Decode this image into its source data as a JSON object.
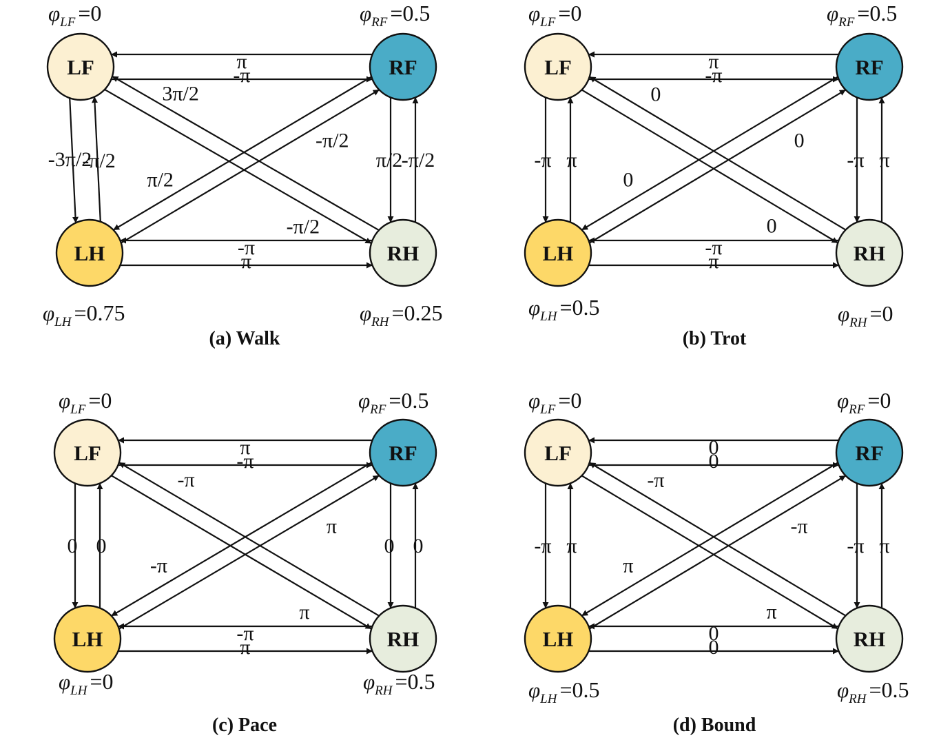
{
  "figure": {
    "node_colors": {
      "LF": "#FCF0D2",
      "RF": "#4AACC7",
      "LH": "#FDD868",
      "RH": "#E7EDDD"
    },
    "edge_color": "#111111",
    "panels": [
      {
        "id": "a",
        "caption": "(a) Walk",
        "phases": {
          "LF": "0",
          "RF": "0.5",
          "LH": "0.75",
          "RH": "0.25"
        },
        "edges": [
          {
            "from": "LF",
            "to": "RF",
            "label": "π"
          },
          {
            "from": "RF",
            "to": "LF",
            "label": "-π"
          },
          {
            "from": "LH",
            "to": "RH",
            "label": "-π"
          },
          {
            "from": "RH",
            "to": "LH",
            "label": "π"
          },
          {
            "from": "LF",
            "to": "LH",
            "label": "-π/2"
          },
          {
            "from": "LH",
            "to": "LF",
            "label": "-3π/2"
          },
          {
            "from": "RF",
            "to": "RH",
            "label": "-π/2"
          },
          {
            "from": "RH",
            "to": "RF",
            "label": "π/2"
          },
          {
            "from": "LF",
            "to": "RH",
            "label": "-π/2"
          },
          {
            "from": "RH",
            "to": "LF",
            "label": "3π/2"
          },
          {
            "from": "LH",
            "to": "RF",
            "label": "-π/2"
          },
          {
            "from": "RF",
            "to": "LH",
            "label": "π/2"
          }
        ]
      },
      {
        "id": "b",
        "caption": "(b) Trot",
        "phases": {
          "LF": "0",
          "RF": "0.5",
          "LH": "0.5",
          "RH": "0"
        },
        "edges": [
          {
            "from": "LF",
            "to": "RF",
            "label": "π"
          },
          {
            "from": "RF",
            "to": "LF",
            "label": "-π"
          },
          {
            "from": "LH",
            "to": "RH",
            "label": "-π"
          },
          {
            "from": "RH",
            "to": "LH",
            "label": "π"
          },
          {
            "from": "LF",
            "to": "LH",
            "label": "π"
          },
          {
            "from": "LH",
            "to": "LF",
            "label": "-π"
          },
          {
            "from": "RF",
            "to": "RH",
            "label": "π"
          },
          {
            "from": "RH",
            "to": "RF",
            "label": "-π"
          },
          {
            "from": "LF",
            "to": "RH",
            "label": "0"
          },
          {
            "from": "RH",
            "to": "LF",
            "label": "0"
          },
          {
            "from": "LH",
            "to": "RF",
            "label": "0"
          },
          {
            "from": "RF",
            "to": "LH",
            "label": "0"
          }
        ]
      },
      {
        "id": "c",
        "caption": "(c) Pace",
        "phases": {
          "LF": "0",
          "RF": "0.5",
          "LH": "0",
          "RH": "0.5"
        },
        "edges": [
          {
            "from": "LF",
            "to": "RF",
            "label": "π"
          },
          {
            "from": "RF",
            "to": "LF",
            "label": "-π"
          },
          {
            "from": "LH",
            "to": "RH",
            "label": "-π"
          },
          {
            "from": "RH",
            "to": "LH",
            "label": "π"
          },
          {
            "from": "LF",
            "to": "LH",
            "label": "0"
          },
          {
            "from": "LH",
            "to": "LF",
            "label": "0"
          },
          {
            "from": "RF",
            "to": "RH",
            "label": "0"
          },
          {
            "from": "RH",
            "to": "RF",
            "label": "0"
          },
          {
            "from": "LF",
            "to": "RH",
            "label": "π"
          },
          {
            "from": "RH",
            "to": "LF",
            "label": "-π"
          },
          {
            "from": "LH",
            "to": "RF",
            "label": "π"
          },
          {
            "from": "RF",
            "to": "LH",
            "label": "-π"
          }
        ]
      },
      {
        "id": "d",
        "caption": "(d) Bound",
        "phases": {
          "LF": "0",
          "RF": "0",
          "LH": "0.5",
          "RH": "0.5"
        },
        "edges": [
          {
            "from": "LF",
            "to": "RF",
            "label": "0"
          },
          {
            "from": "RF",
            "to": "LF",
            "label": "0"
          },
          {
            "from": "LH",
            "to": "RH",
            "label": "0"
          },
          {
            "from": "RH",
            "to": "LH",
            "label": "0"
          },
          {
            "from": "LF",
            "to": "LH",
            "label": "π"
          },
          {
            "from": "LH",
            "to": "LF",
            "label": "-π"
          },
          {
            "from": "RF",
            "to": "RH",
            "label": "π"
          },
          {
            "from": "RH",
            "to": "RF",
            "label": "-π"
          },
          {
            "from": "LF",
            "to": "RH",
            "label": "π"
          },
          {
            "from": "RH",
            "to": "LF",
            "label": "-π"
          },
          {
            "from": "LH",
            "to": "RF",
            "label": "-π"
          },
          {
            "from": "RF",
            "to": "LH",
            "label": "π"
          }
        ]
      }
    ]
  }
}
